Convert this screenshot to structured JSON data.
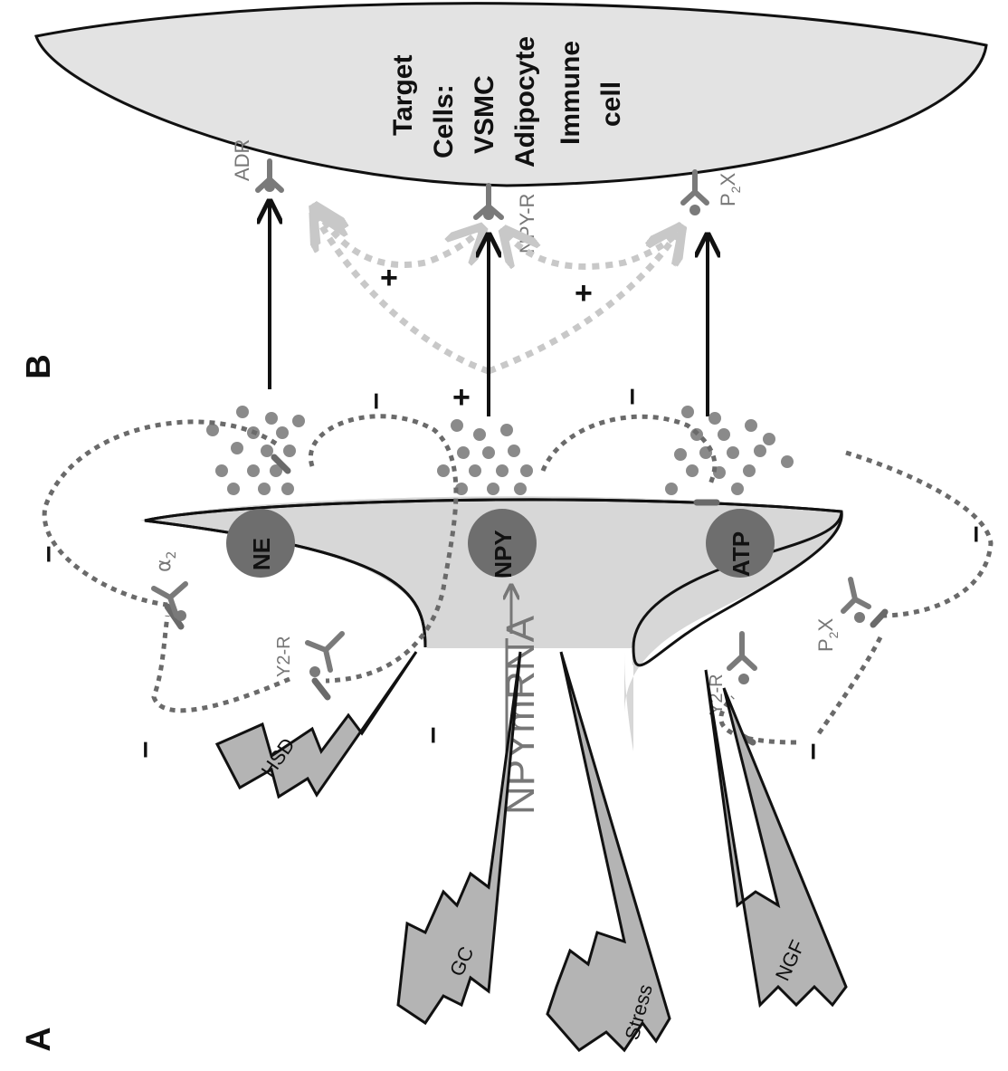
{
  "panels": {
    "a": "A",
    "b": "B"
  },
  "target": {
    "line1": "Target",
    "line2": "Cells:",
    "line3": "VSMC",
    "line4": "Adipocyte",
    "line5": "Immune",
    "line6": "cell"
  },
  "receptors": {
    "adr": "ADR",
    "npy_r": "NPY-R",
    "p2x": "P",
    "p2x_sub": "2",
    "p2x_end": "X",
    "alpha": "α",
    "alpha_sub": "2",
    "y2r": "Y2-R"
  },
  "vesicles": {
    "ne": "NE",
    "npy": "NPY",
    "atp": "ATP"
  },
  "mrna": "NPYmRNA",
  "stimuli": {
    "hsd": "HSD",
    "gc": "GC",
    "stress": "Stress",
    "ngf": "NGF"
  },
  "signs": {
    "plus": "+",
    "minus": "–",
    "bar": "I"
  },
  "colors": {
    "cell_fill": "#e3e3e3",
    "neuron_fill": "#d7d7d7",
    "vesicle": "#6e6e6e",
    "particle": "#8a8a8a",
    "receptor": "#7a7a7a",
    "dash_dark": "#6a6a6a",
    "dash_light": "#c8c8c8",
    "bolt": "#b4b4b4"
  }
}
